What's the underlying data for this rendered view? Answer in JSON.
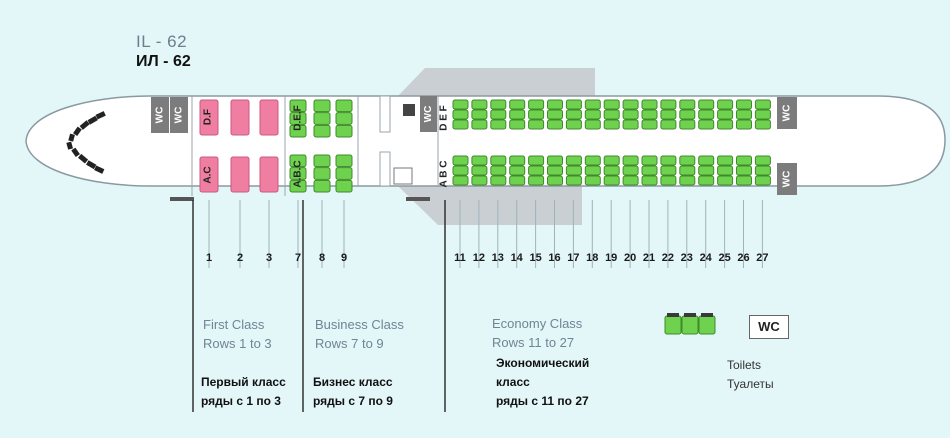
{
  "title_en": "IL  - 62",
  "title_ru": "ИЛ - 62",
  "wc_label": "WC",
  "seat_letters": {
    "first_top": "D.F",
    "first_bottom": "A.C",
    "business_top": "D.E.F",
    "business_bottom": "A.B.C",
    "economy_top": "D E F",
    "economy_bottom": "A B C"
  },
  "rows": {
    "first": [
      "1",
      "2",
      "3"
    ],
    "business": [
      "7",
      "8",
      "9"
    ],
    "economy": [
      "11",
      "12",
      "13",
      "14",
      "15",
      "16",
      "17",
      "18",
      "19",
      "20",
      "21",
      "22",
      "23",
      "24",
      "25",
      "26",
      "27"
    ]
  },
  "classes": {
    "first": {
      "en_name": "First Class",
      "en_rows": "Rows 1 to 3",
      "ru_name": "Первый класс",
      "ru_rows": "ряды с 1 по 3"
    },
    "business": {
      "en_name": "Business Class",
      "en_rows": "Rows 7 to 9",
      "ru_name": "Бизнес класс",
      "ru_rows": "ряды с 7 по 9"
    },
    "economy": {
      "en_name": "Economy Class",
      "en_rows": "Rows 11 to 27",
      "ru_name_1": "Экономический",
      "ru_name_2": "класс",
      "ru_rows": "ряды с 11 по 27"
    }
  },
  "legend": {
    "wc": "WC",
    "toilets_en": "Toilets",
    "toilets_ru": "Туалеты"
  },
  "colors": {
    "first_seat": "#f07ea2",
    "business_seat": "#6fd24f",
    "economy_seat": "#6fd24f",
    "wc": "#7c7c7c"
  }
}
